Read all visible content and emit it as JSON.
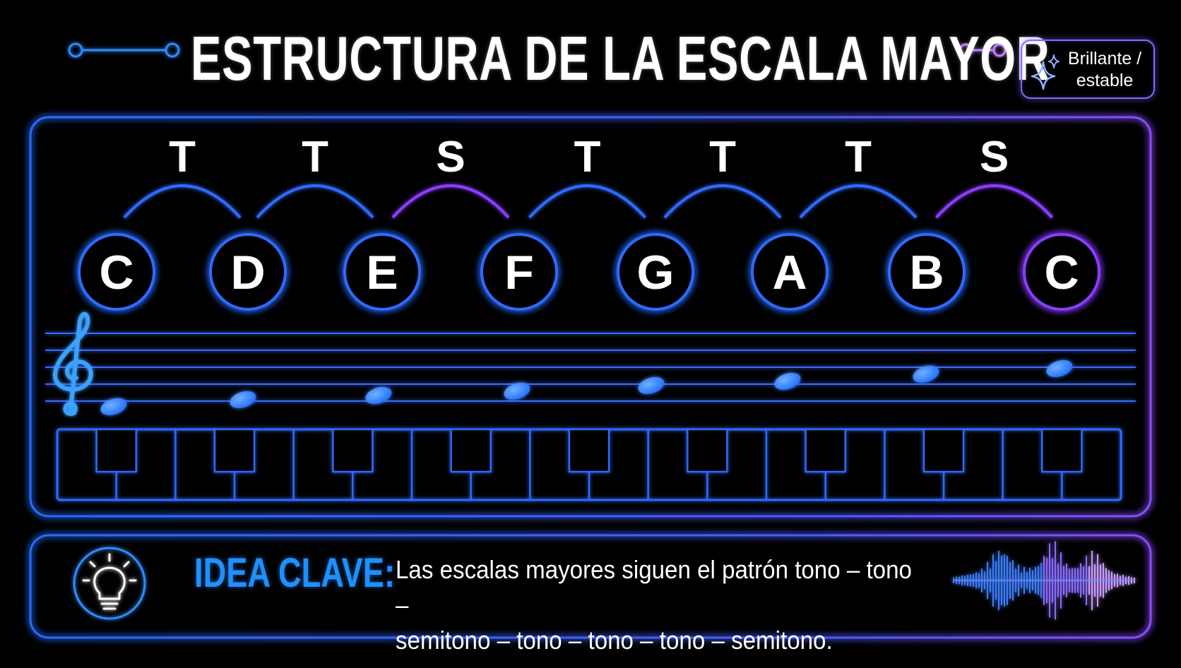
{
  "title": "ESTRUCTURA DE LA ESCALA MAYOR",
  "badge": {
    "line1": "Brillante /",
    "line2": "estable",
    "icon": "sparkle-icon"
  },
  "notes": [
    "C",
    "D",
    "E",
    "F",
    "G",
    "A",
    "B",
    "C"
  ],
  "steps": [
    "T",
    "T",
    "S",
    "T",
    "T",
    "T",
    "S"
  ],
  "key_idea": {
    "label": "IDEA CLAVE:",
    "text_line1": "Las escalas mayores siguen el patrón tono – tono –",
    "text_line2": "semitono – tono – tono – tono – semitono.",
    "icon": "lightbulb-icon"
  },
  "colors": {
    "tone": "#2e6bff",
    "semitone": "#8a3dff",
    "accent": "#1e90ff",
    "text": "#ffffff"
  }
}
